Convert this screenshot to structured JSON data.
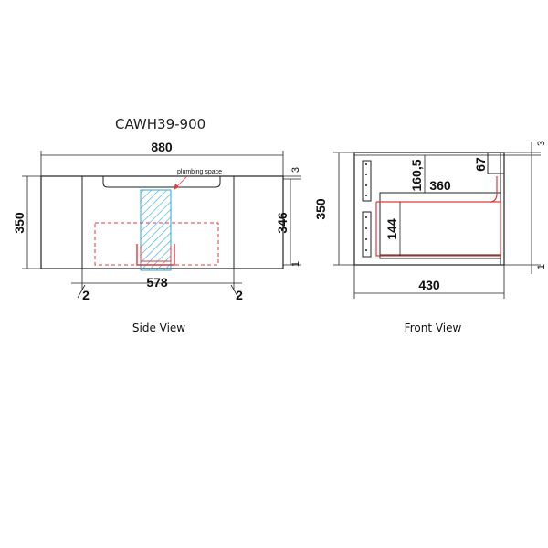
{
  "title": "CAWH39-900",
  "side_view": {
    "caption": "Side View",
    "width": "880",
    "height_left": "350",
    "height_right": "346",
    "inner_width": "578",
    "gap_left": "2",
    "gap_right": "2",
    "top_gap": "3",
    "bottom_gap": "1",
    "plumbing_label": "plumbing space"
  },
  "front_view": {
    "caption": "Front View",
    "height": "350",
    "depth": "430",
    "top_gap": "3",
    "bottom_gap": "1",
    "dim_160": "160,5",
    "dim_360": "360",
    "dim_67": "67",
    "dim_144": "144"
  },
  "colors": {
    "line": "#222222",
    "red": "#e23b3b",
    "cyan": "#2aa8d8"
  }
}
